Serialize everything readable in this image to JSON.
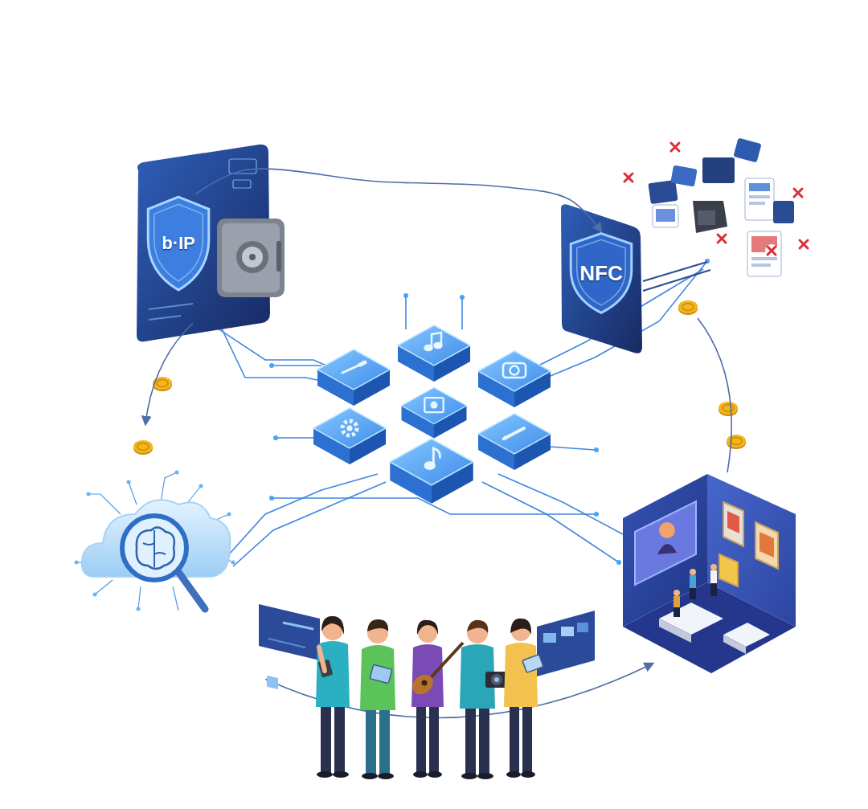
{
  "diagram": {
    "nodes": [
      {
        "text": [
          "b·IP"
        ]
      },
      {
        "text": [
          "NFC"
        ]
      }
    ],
    "edges": [
      {
        "from": 0,
        "to": 1,
        "arrow": "to"
      }
    ]
  }
}
